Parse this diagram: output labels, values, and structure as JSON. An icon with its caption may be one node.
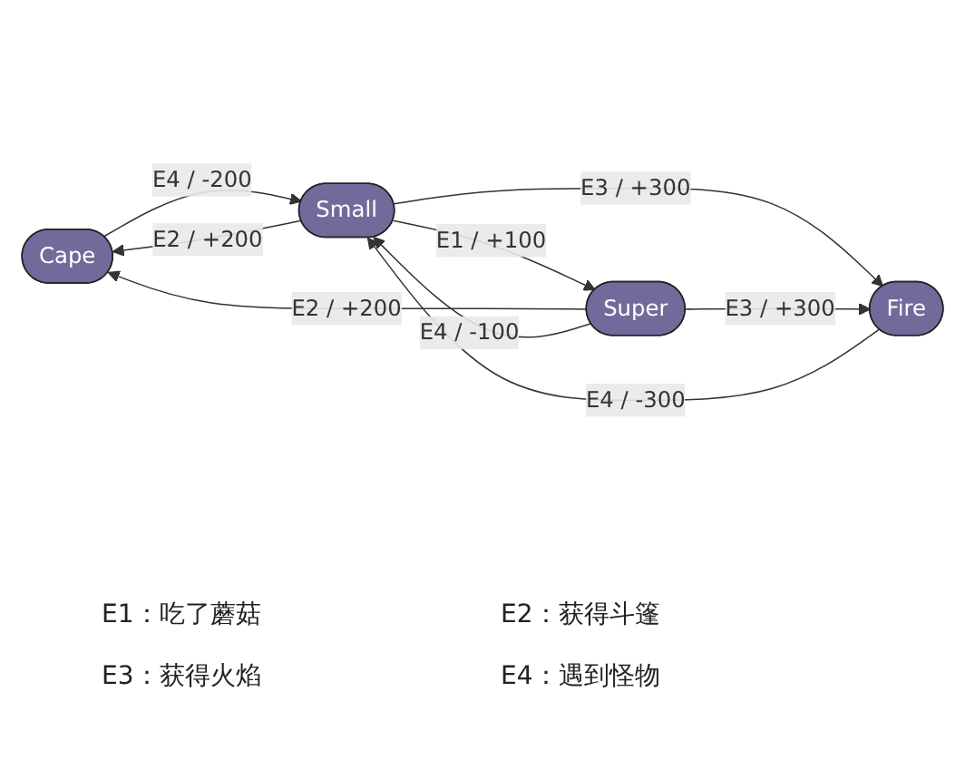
{
  "diagram": {
    "nodes": [
      {
        "text": [
          "Cape"
        ]
      },
      {
        "text": [
          "Small"
        ]
      },
      {
        "text": [
          "Super"
        ]
      },
      {
        "text": [
          "Fire"
        ]
      }
    ],
    "edges": [
      {
        "from": 1,
        "to": 0,
        "arrow": "to",
        "label": "E2 / +200"
      },
      {
        "from": 0,
        "to": 1,
        "arrow": "to",
        "label": "E4 / -200"
      },
      {
        "from": 2,
        "to": 0,
        "arrow": "to",
        "label": "E2 / +200"
      },
      {
        "from": 1,
        "to": 2,
        "arrow": "to",
        "label": "E1 / +100"
      },
      {
        "from": 2,
        "to": 1,
        "arrow": "to",
        "label": "E4 / -100"
      },
      {
        "from": 3,
        "to": 1,
        "arrow": "to",
        "label": "E4 / -300"
      },
      {
        "from": 1,
        "to": 3,
        "arrow": "to",
        "label": "E3 / +300"
      },
      {
        "from": 2,
        "to": 3,
        "arrow": "to",
        "label": "E3 / +300"
      }
    ],
    "labels": [
      "E1：吃了蘑菇",
      "E2：获得斗篷",
      "E3：获得火焰",
      "E4：遇到怪物"
    ]
  }
}
